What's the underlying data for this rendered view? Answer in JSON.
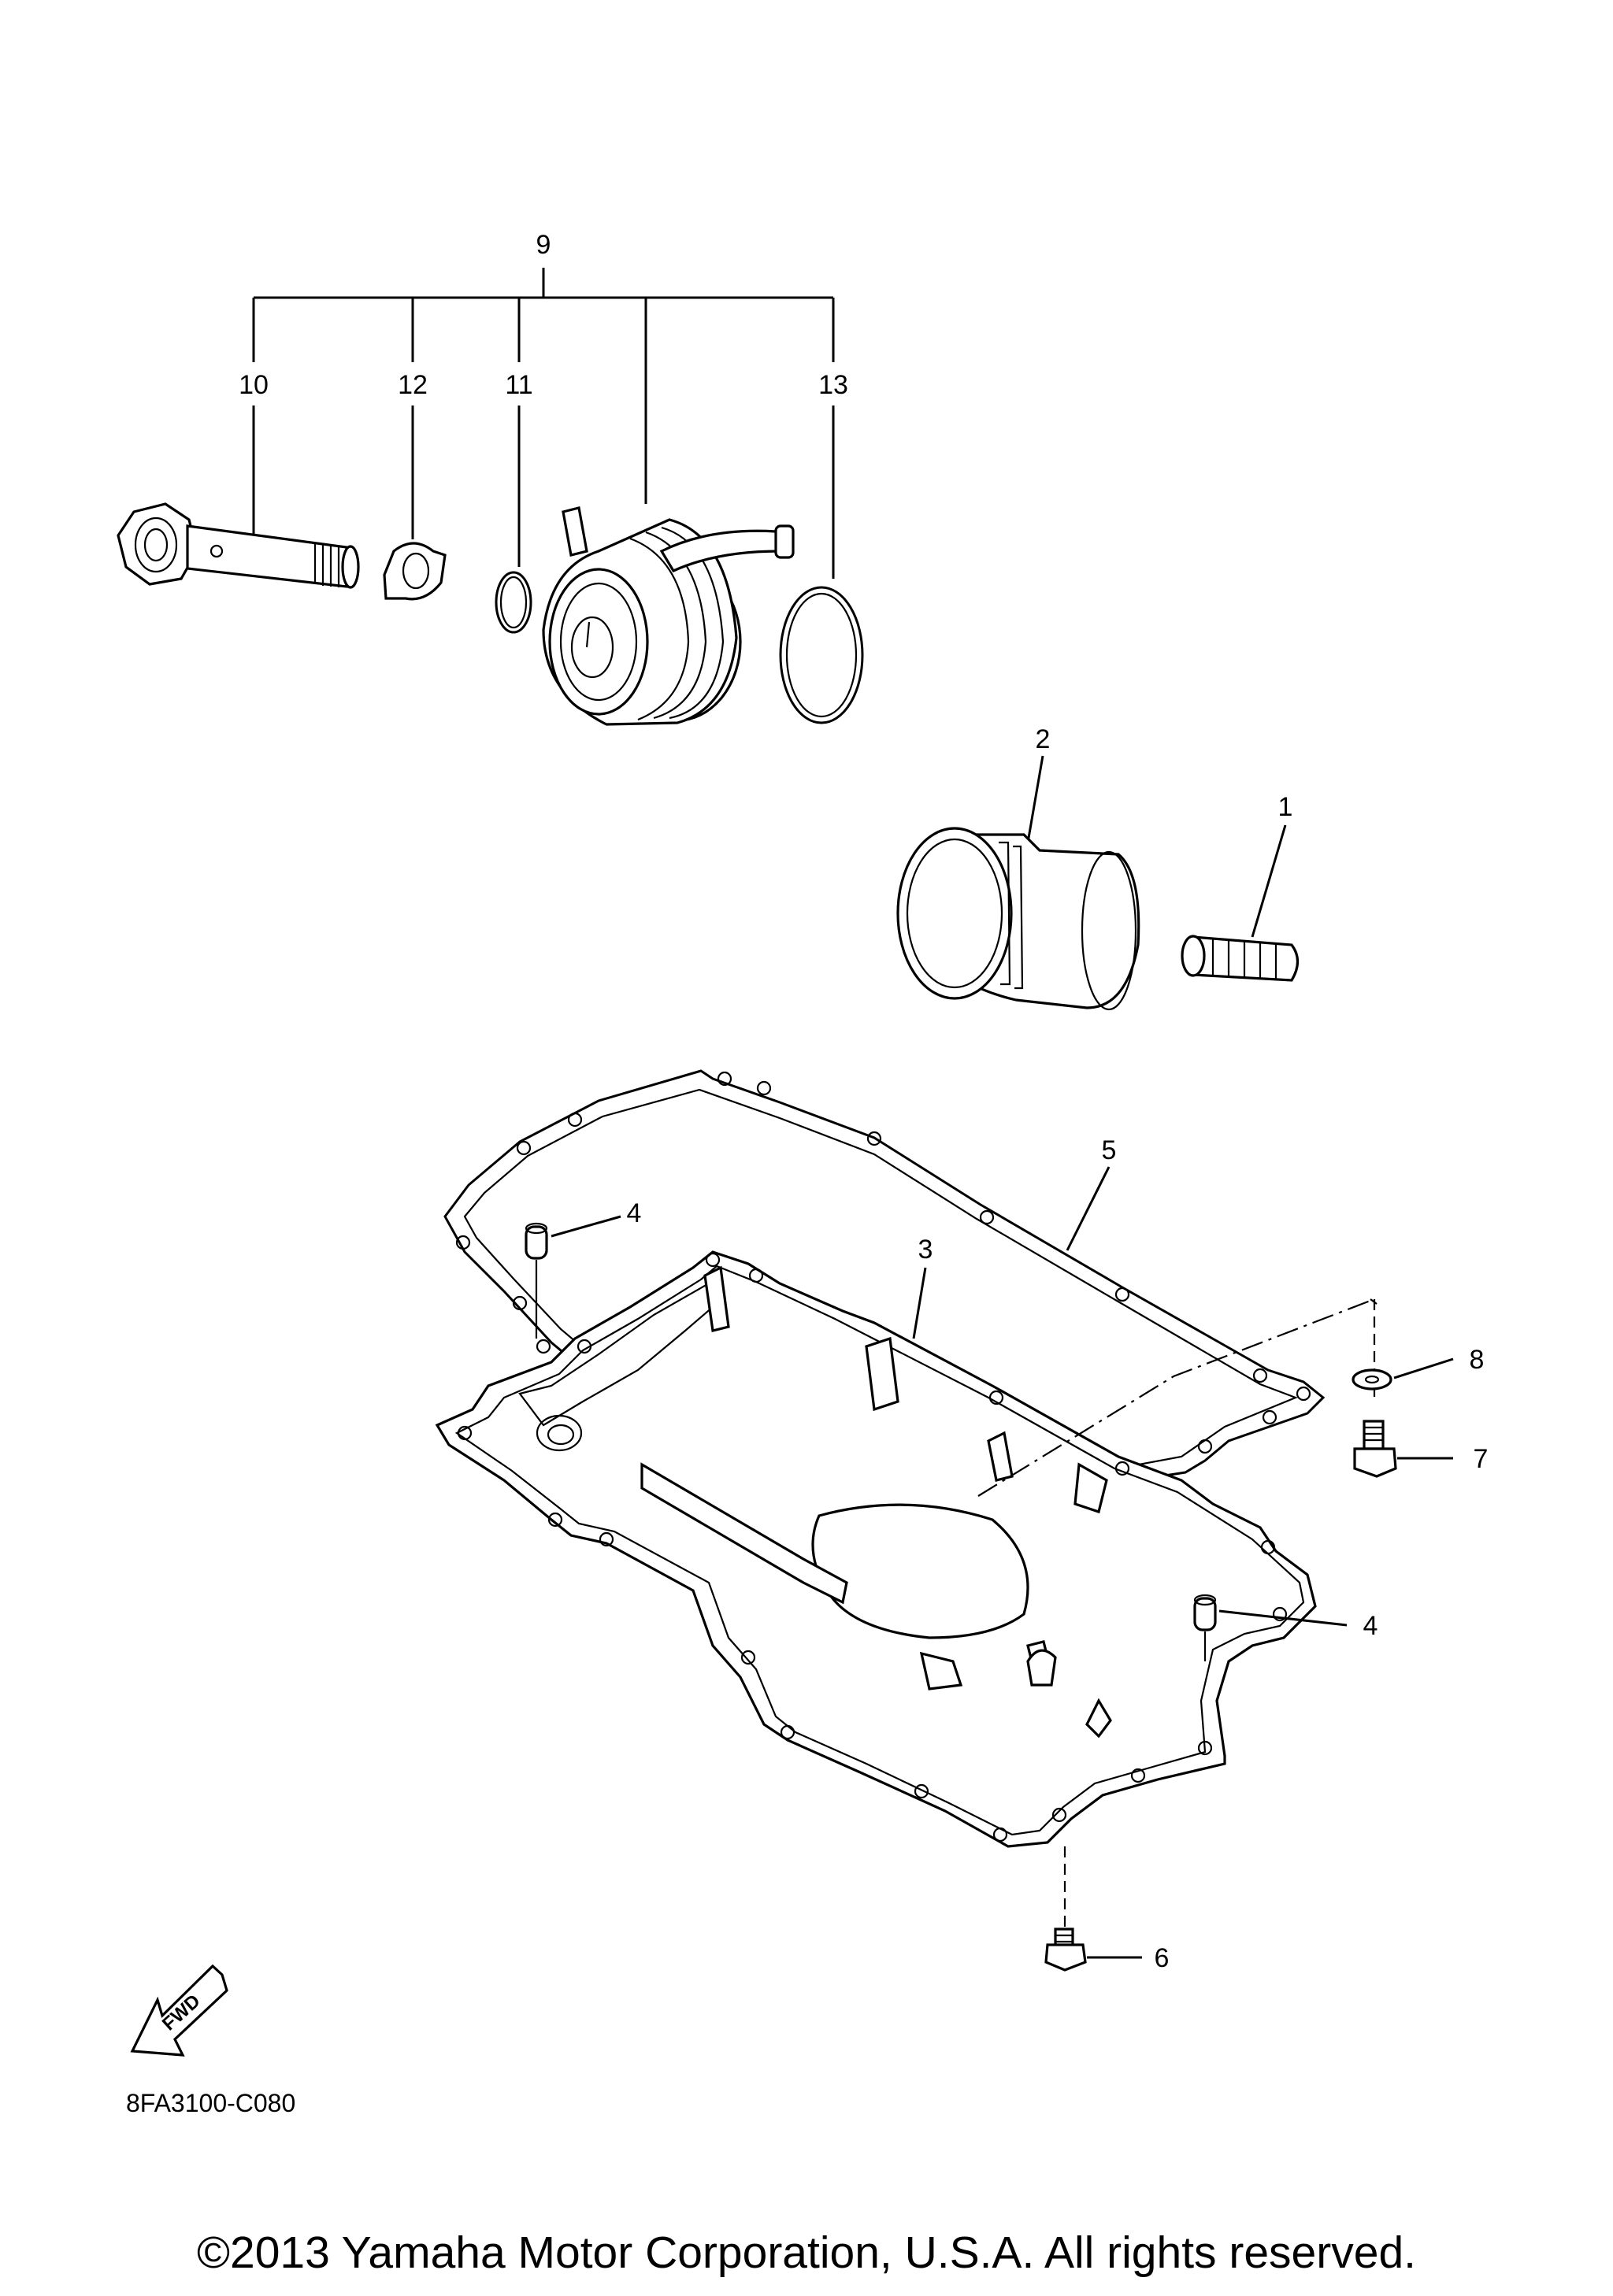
{
  "callouts": {
    "c9": "9",
    "c10": "10",
    "c12": "12",
    "c11": "11",
    "c13": "13",
    "c2": "2",
    "c1": "1",
    "c5": "5",
    "c4a": "4",
    "c3": "3",
    "c8": "8",
    "c7": "7",
    "c4b": "4",
    "c6": "6"
  },
  "fwd_label": "FWD",
  "diagram_code": "8FA3100-C080",
  "copyright": "©2013 Yamaha Motor Corporation, U.S.A. All rights reserved.",
  "colors": {
    "ink": "#000000",
    "paper": "#ffffff"
  }
}
